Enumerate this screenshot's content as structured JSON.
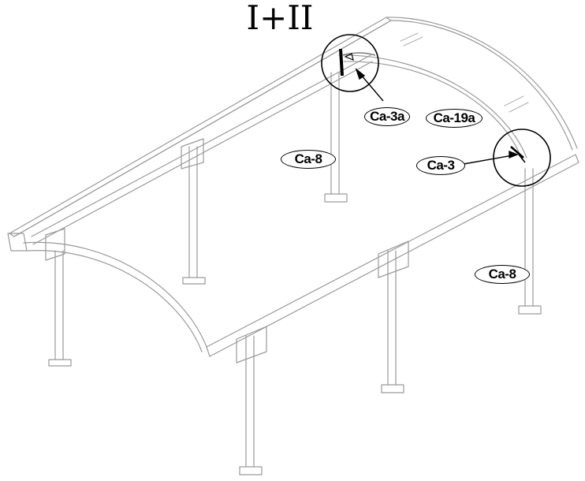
{
  "title": "I+II",
  "labels": {
    "ca_3a": "Ca-3a",
    "ca_19a": "Ca-19a",
    "ca_8_left": "Ca-8",
    "ca_3": "Ca-3",
    "ca_8_right": "Ca-8"
  },
  "colors": {
    "frame": "#9a9a9a",
    "roof_edge": "#8c8c8c",
    "outline": "#000000"
  }
}
